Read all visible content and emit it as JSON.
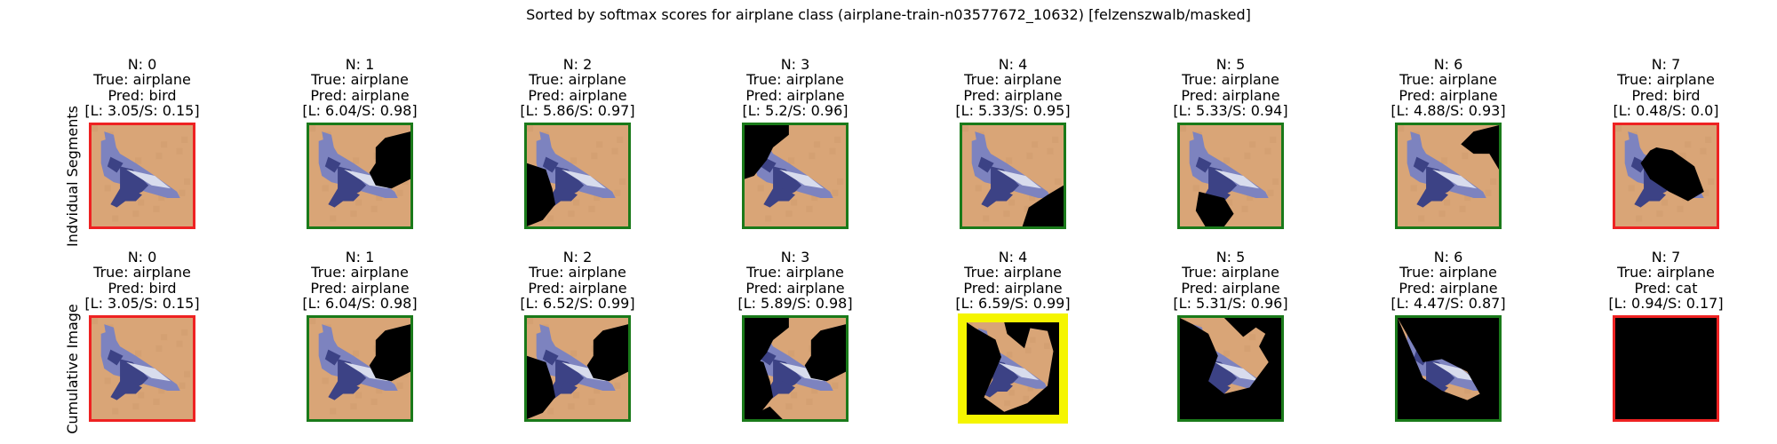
{
  "title": "Sorted by softmax scores for airplane class (airplane-train-n03577672_10632) [felzenszwalb/masked]",
  "colors": {
    "border_correct": "#1a7a1a",
    "border_wrong": "#ee2222",
    "border_best": "#f5f500",
    "sand": "#d9a577",
    "plane_dark": "#3c4285",
    "plane_mid": "#7d83bf",
    "plane_light": "#d8dced",
    "mask": "#000000"
  },
  "rows": [
    {
      "label": "Indvidual Segments",
      "cells": [
        {
          "n": "N: 0",
          "true": "True: airplane",
          "pred": "Pred: bird",
          "scores": "[L: 3.05/S: 0.15]",
          "border": "wrong"
        },
        {
          "n": "N: 1",
          "true": "True: airplane",
          "pred": "Pred: airplane",
          "scores": "[L: 6.04/S: 0.98]",
          "border": "correct"
        },
        {
          "n": "N: 2",
          "true": "True: airplane",
          "pred": "Pred: airplane",
          "scores": "[L: 5.86/S: 0.97]",
          "border": "correct"
        },
        {
          "n": "N: 3",
          "true": "True: airplane",
          "pred": "Pred: airplane",
          "scores": "[L: 5.2/S: 0.96]",
          "border": "correct"
        },
        {
          "n": "N: 4",
          "true": "True: airplane",
          "pred": "Pred: airplane",
          "scores": "[L: 5.33/S: 0.95]",
          "border": "correct"
        },
        {
          "n": "N: 5",
          "true": "True: airplane",
          "pred": "Pred: airplane",
          "scores": "[L: 5.33/S: 0.94]",
          "border": "correct"
        },
        {
          "n": "N: 6",
          "true": "True: airplane",
          "pred": "Pred: airplane",
          "scores": "[L: 4.88/S: 0.93]",
          "border": "correct"
        },
        {
          "n": "N: 7",
          "true": "True: airplane",
          "pred": "Pred: bird",
          "scores": "[L: 0.48/S: 0.0]",
          "border": "wrong"
        }
      ]
    },
    {
      "label": "Cumulative Image",
      "cells": [
        {
          "n": "N: 0",
          "true": "True: airplane",
          "pred": "Pred: bird",
          "scores": "[L: 3.05/S: 0.15]",
          "border": "wrong"
        },
        {
          "n": "N: 1",
          "true": "True: airplane",
          "pred": "Pred: airplane",
          "scores": "[L: 6.04/S: 0.98]",
          "border": "correct"
        },
        {
          "n": "N: 2",
          "true": "True: airplane",
          "pred": "Pred: airplane",
          "scores": "[L: 6.52/S: 0.99]",
          "border": "correct"
        },
        {
          "n": "N: 3",
          "true": "True: airplane",
          "pred": "Pred: airplane",
          "scores": "[L: 5.89/S: 0.98]",
          "border": "correct"
        },
        {
          "n": "N: 4",
          "true": "True: airplane",
          "pred": "Pred: airplane",
          "scores": "[L: 6.59/S: 0.99]",
          "border": "best"
        },
        {
          "n": "N: 5",
          "true": "True: airplane",
          "pred": "Pred: airplane",
          "scores": "[L: 5.31/S: 0.96]",
          "border": "correct"
        },
        {
          "n": "N: 6",
          "true": "True: airplane",
          "pred": "Pred: airplane",
          "scores": "[L: 4.47/S: 0.87]",
          "border": "correct"
        },
        {
          "n": "N: 7",
          "true": "True: airplane",
          "pred": "Pred: cat",
          "scores": "[L: 0.94/S: 0.17]",
          "border": "wrong"
        }
      ]
    }
  ],
  "chart_data": {
    "type": "table",
    "title": "Sorted by softmax scores for airplane class (airplane-train-n03577672_10632) [felzenszwalb/masked]",
    "columns": [
      "N: 0",
      "N: 1",
      "N: 2",
      "N: 3",
      "N: 4",
      "N: 5",
      "N: 6",
      "N: 7"
    ],
    "series": [
      {
        "name": "Indvidual Segments",
        "true": [
          "airplane",
          "airplane",
          "airplane",
          "airplane",
          "airplane",
          "airplane",
          "airplane",
          "airplane"
        ],
        "pred": [
          "bird",
          "airplane",
          "airplane",
          "airplane",
          "airplane",
          "airplane",
          "airplane",
          "bird"
        ],
        "logit": [
          3.05,
          6.04,
          5.86,
          5.2,
          5.33,
          5.33,
          4.88,
          0.48
        ],
        "softmax": [
          0.15,
          0.98,
          0.97,
          0.96,
          0.95,
          0.94,
          0.93,
          0.0
        ]
      },
      {
        "name": "Cumulative Image",
        "true": [
          "airplane",
          "airplane",
          "airplane",
          "airplane",
          "airplane",
          "airplane",
          "airplane",
          "airplane"
        ],
        "pred": [
          "bird",
          "airplane",
          "airplane",
          "airplane",
          "airplane",
          "airplane",
          "airplane",
          "cat"
        ],
        "logit": [
          3.05,
          6.04,
          6.52,
          5.89,
          6.59,
          5.31,
          4.47,
          0.94
        ],
        "softmax": [
          0.15,
          0.98,
          0.99,
          0.98,
          0.99,
          0.96,
          0.87,
          0.17
        ]
      }
    ]
  }
}
